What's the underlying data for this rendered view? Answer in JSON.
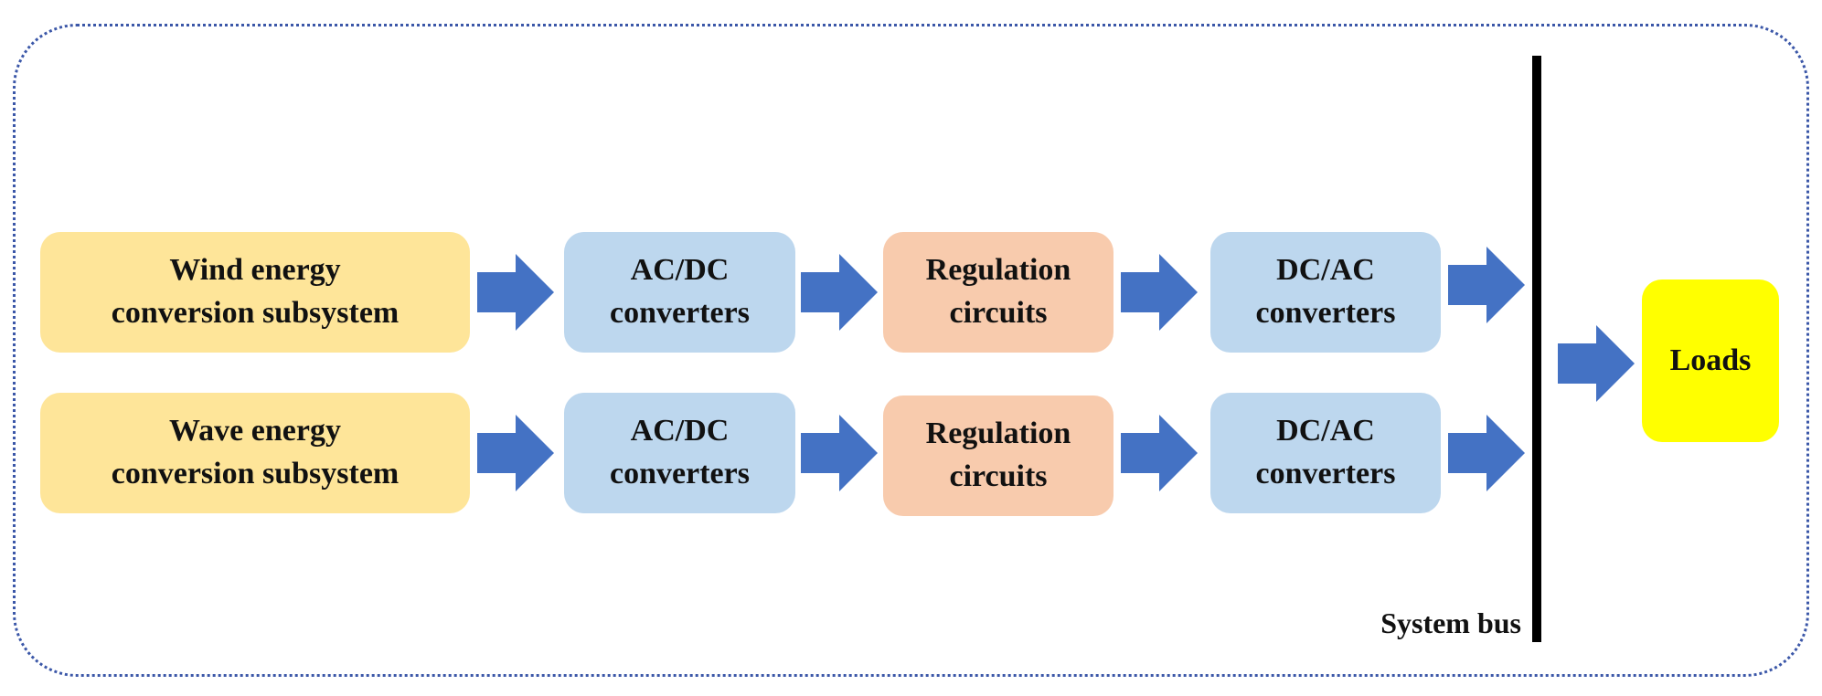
{
  "colors": {
    "source_box": "#fee599",
    "converter_box": "#bdd7ee",
    "regulation_box": "#f8cbad",
    "loads_box": "#ffff00",
    "arrow": "#4472c4",
    "frame_border": "#3b57a8"
  },
  "rows": [
    {
      "source": [
        "Wind energy",
        "conversion subsystem"
      ],
      "acdc": [
        "AC/DC",
        "converters"
      ],
      "regulation": [
        "Regulation",
        "circuits"
      ],
      "dcac": [
        "DC/AC",
        "converters"
      ]
    },
    {
      "source": [
        "Wave energy",
        "conversion subsystem"
      ],
      "acdc": [
        "AC/DC",
        "converters"
      ],
      "regulation": [
        "Regulation",
        "circuits"
      ],
      "dcac": [
        "DC/AC",
        "converters"
      ]
    }
  ],
  "bus_label": "System bus",
  "loads_label": "Loads"
}
